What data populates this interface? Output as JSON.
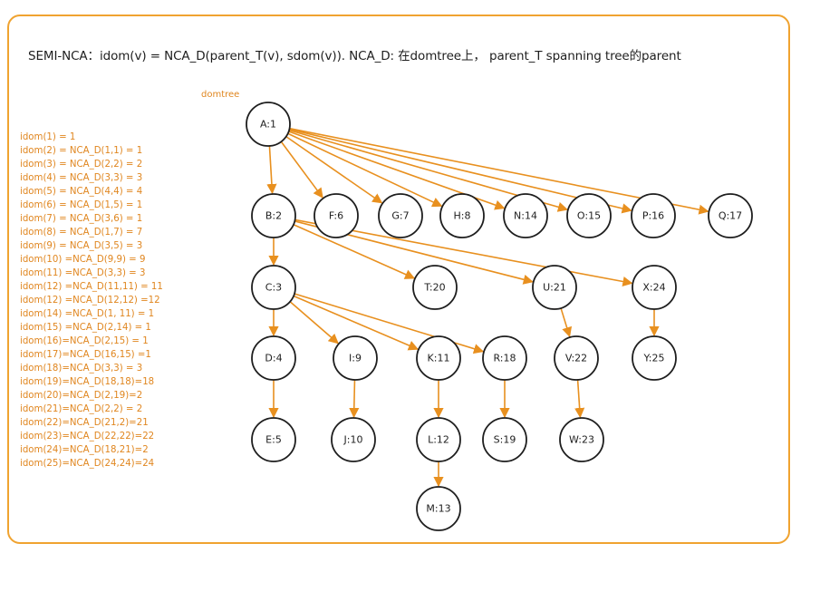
{
  "title": "SEMI-NCA：idom(v) = NCA_D(parent_T(v), sdom(v)). NCA_D: 在domtree上， parent_T spanning tree的parent",
  "tree_label": "domtree",
  "colors": {
    "accent": "#f0a330",
    "edge": "#e8901f",
    "text_orange": "#e0861f",
    "ink": "#1e1e1e"
  },
  "idom_lines": [
    "idom(1) = 1",
    "idom(2) = NCA_D(1,1)  = 1",
    "idom(3) = NCA_D(2,2) = 2",
    "idom(4) = NCA_D(3,3)  = 3",
    "idom(5) = NCA_D(4,4)  = 4",
    "idom(6) = NCA_D(1,5)  = 1",
    "idom(7) = NCA_D(3,6) = 1",
    "idom(8) = NCA_D(1,7) = 7",
    "idom(9) = NCA_D(3,5) = 3",
    "idom(10) =NCA_D(9,9) = 9",
    "idom(11) =NCA_D(3,3) = 3",
    "idom(12) =NCA_D(11,11) = 11",
    "idom(12) =NCA_D(12,12) =12",
    "idom(14) =NCA_D(1, 11) = 1",
    "idom(15) =NCA_D(2,14) = 1",
    "idom(16)=NCA_D(2,15) = 1",
    "idom(17)=NCA_D(16,15) =1",
    "idom(18)=NCA_D(3,3) = 3",
    "idom(19)=NCA_D(18,18)=18",
    "idom(20)=NCA_D(2,19)=2",
    "idom(21)=NCA_D(2,2) = 2",
    "idom(22)=NCA_D(21,2)=21",
    "idom(23)=NCA_D(22,22)=22",
    "idom(24)=NCA_D(18,21)=2",
    "idom(25)=NCA_D(24,24)=24"
  ],
  "nodes": [
    {
      "id": "A",
      "label": "A:1"
    },
    {
      "id": "B",
      "label": "B:2"
    },
    {
      "id": "F",
      "label": "F:6"
    },
    {
      "id": "G",
      "label": "G:7"
    },
    {
      "id": "H",
      "label": "H:8"
    },
    {
      "id": "N",
      "label": "N:14"
    },
    {
      "id": "O",
      "label": "O:15"
    },
    {
      "id": "P",
      "label": "P:16"
    },
    {
      "id": "Q",
      "label": "Q:17"
    },
    {
      "id": "C",
      "label": "C:3"
    },
    {
      "id": "T",
      "label": "T:20"
    },
    {
      "id": "U",
      "label": "U:21"
    },
    {
      "id": "X",
      "label": "X:24"
    },
    {
      "id": "D",
      "label": "D:4"
    },
    {
      "id": "I",
      "label": "I:9"
    },
    {
      "id": "K",
      "label": "K:11"
    },
    {
      "id": "R",
      "label": "R:18"
    },
    {
      "id": "V",
      "label": "V:22"
    },
    {
      "id": "Y",
      "label": "Y:25"
    },
    {
      "id": "E",
      "label": "E:5"
    },
    {
      "id": "J",
      "label": "J:10"
    },
    {
      "id": "L",
      "label": "L:12"
    },
    {
      "id": "S",
      "label": "S:19"
    },
    {
      "id": "W",
      "label": "W:23"
    },
    {
      "id": "M",
      "label": "M:13"
    }
  ],
  "edges": [
    [
      "A",
      "B"
    ],
    [
      "A",
      "F"
    ],
    [
      "A",
      "G"
    ],
    [
      "A",
      "H"
    ],
    [
      "A",
      "N"
    ],
    [
      "A",
      "O"
    ],
    [
      "A",
      "P"
    ],
    [
      "A",
      "Q"
    ],
    [
      "B",
      "C"
    ],
    [
      "B",
      "T"
    ],
    [
      "B",
      "U"
    ],
    [
      "B",
      "X"
    ],
    [
      "C",
      "D"
    ],
    [
      "C",
      "I"
    ],
    [
      "C",
      "K"
    ],
    [
      "C",
      "R"
    ],
    [
      "U",
      "V"
    ],
    [
      "X",
      "Y"
    ],
    [
      "D",
      "E"
    ],
    [
      "I",
      "J"
    ],
    [
      "K",
      "L"
    ],
    [
      "R",
      "S"
    ],
    [
      "V",
      "W"
    ],
    [
      "L",
      "M"
    ]
  ]
}
